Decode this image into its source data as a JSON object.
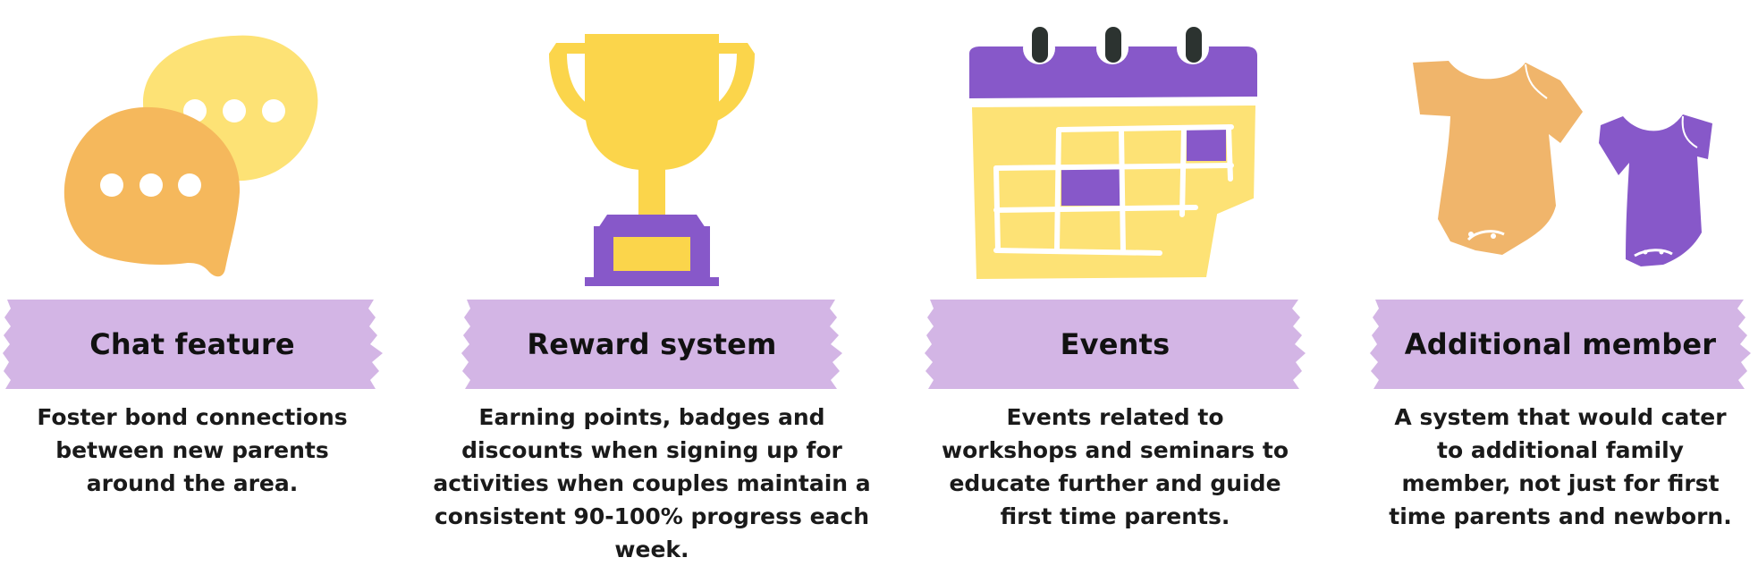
{
  "colors": {
    "banner": "#d3b5e5",
    "purple": "#8758c9",
    "yellow": "#fbd54b",
    "light_yellow": "#fde275",
    "orange": "#f5b85c",
    "peach": "#f0b56b",
    "dark": "#2c3330"
  },
  "features": [
    {
      "title": "Chat feature",
      "icon": "chat-bubbles-icon",
      "description": "Foster bond connections between new parents around the area."
    },
    {
      "title": "Reward system",
      "icon": "trophy-icon",
      "description": "Earning points, badges and discounts when signing up for activities when couples maintain a consistent 90-100% progress each week."
    },
    {
      "title": "Events",
      "icon": "calendar-icon",
      "description": "Events related to workshops and seminars to educate further and guide first time parents."
    },
    {
      "title": "Additional member",
      "icon": "baby-onesies-icon",
      "description": "A system that would cater to additional family member, not just for first time parents and newborn."
    }
  ]
}
